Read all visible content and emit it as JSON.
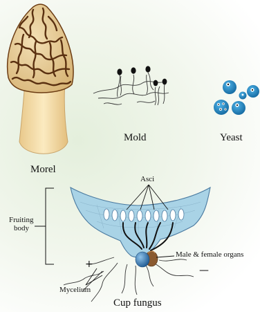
{
  "labels": {
    "morel": "Morel",
    "mold": "Mold",
    "yeast": "Yeast",
    "asci": "Asci",
    "fruiting_body_line1": "Fruiting",
    "fruiting_body_line2": "body",
    "male_female_organs": "Male & female organs",
    "mycelium": "Mycelium",
    "cup_fungus": "Cup fungus",
    "plus": "+",
    "minus": "—"
  },
  "colors": {
    "background_tint": "#e4efdc",
    "morel_cap": "#e7c98f",
    "morel_ridges": "#5a3010",
    "morel_stalk": "#f6dea6",
    "yeast_cell": "#1e88c9",
    "cup_fill": "#a9d3e6",
    "cup_stroke": "#4a7aa0",
    "male_organ": "#2e6da6",
    "female_organ": "#8a5a30"
  }
}
